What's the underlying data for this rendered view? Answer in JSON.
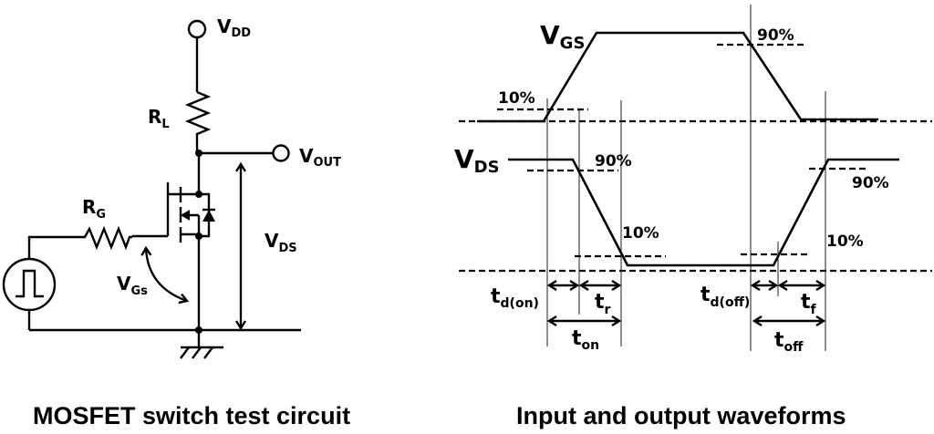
{
  "circuit": {
    "caption": "MOSFET switch test circuit",
    "labels": {
      "vdd": {
        "main": "V",
        "sub": "DD"
      },
      "rl": {
        "main": "R",
        "sub": "L"
      },
      "vout": {
        "main": "V",
        "sub": "OUT"
      },
      "rg": {
        "main": "R",
        "sub": "G"
      },
      "vds": {
        "main": "V",
        "sub": "DS"
      },
      "vgs": {
        "main": "V",
        "sub": "Gs"
      }
    },
    "components": [
      "pulse-source",
      "gate-resistor",
      "load-resistor",
      "n-channel-mosfet",
      "body-diode",
      "ground",
      "vdd-terminal",
      "vout-terminal"
    ]
  },
  "waveforms": {
    "caption": "Input and output waveforms",
    "vgs": {
      "label": {
        "main": "V",
        "sub": "GS"
      },
      "low_pct": "10%",
      "high_pct": "90%"
    },
    "vds": {
      "label": {
        "main": "V",
        "sub": "DS"
      },
      "fall_high_pct": "90%",
      "fall_low_pct": "10%",
      "rise_high_pct": "90%",
      "rise_low_pct": "10%"
    },
    "timings": {
      "td_on": {
        "main": "t",
        "sub": "d(on)"
      },
      "tr": {
        "main": "t",
        "sub": "r"
      },
      "ton": {
        "main": "t",
        "sub": "on"
      },
      "td_off": {
        "main": "t",
        "sub": "d(off)"
      },
      "tf": {
        "main": "t",
        "sub": "f"
      },
      "toff": {
        "main": "t",
        "sub": "off"
      }
    }
  }
}
